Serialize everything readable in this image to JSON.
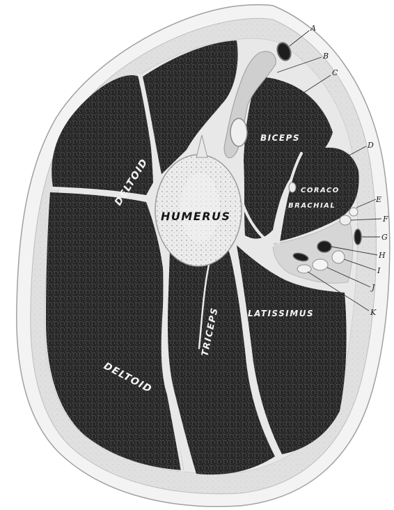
{
  "labels": {
    "bone": "HUMERUS",
    "muscles": {
      "deltoid_upper": "DELTOID",
      "deltoid_lower": "DELTOID",
      "biceps": "BICEPS",
      "coraco": "CORACO",
      "brachialis": "BRACHIAL",
      "triceps": "TRICEPS",
      "latissimus": "LATISSIMUS"
    },
    "letters": [
      "A",
      "B",
      "C",
      "D",
      "E",
      "F",
      "G",
      "H",
      "I",
      "J",
      "K"
    ]
  },
  "colors": {
    "skin": "#efefef",
    "fat": "#dcdcdc",
    "muscle": "#262626",
    "bone": "#e9e9e9",
    "fascia": "#e8e8e8",
    "vessel": "#1d1d1d"
  }
}
